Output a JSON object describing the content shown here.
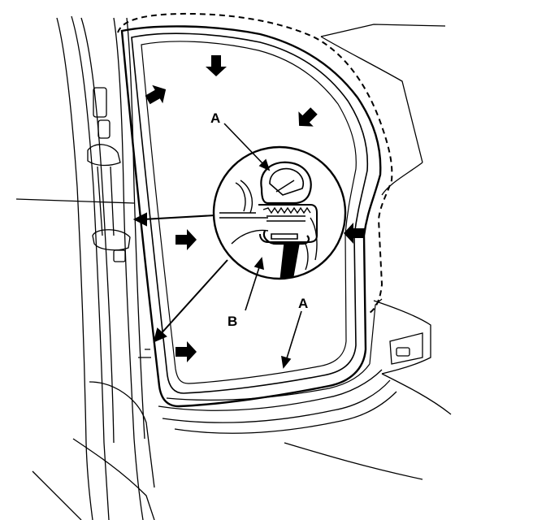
{
  "labels": {
    "a_top": "A",
    "b": "B",
    "a_bottom": "A"
  },
  "colors": {
    "ink": "#000000",
    "paper": "#ffffff"
  }
}
